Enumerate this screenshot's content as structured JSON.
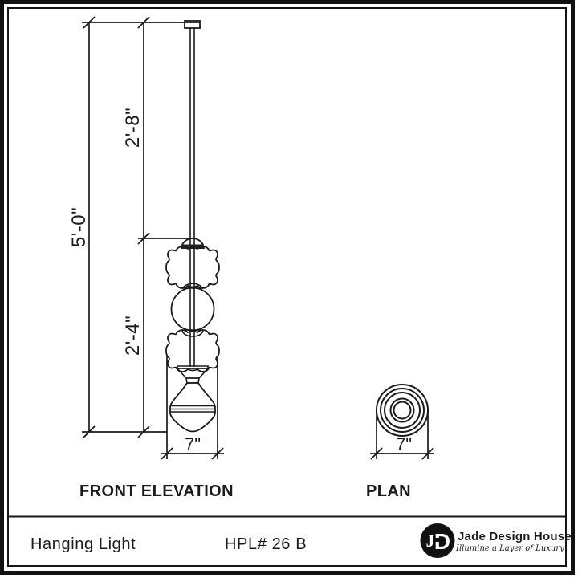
{
  "page": {
    "background": "#ffffff",
    "line_color": "#1b1b1b"
  },
  "front_elevation": {
    "label": "FRONT ELEVATION",
    "dims": {
      "overall_drop": "5'-0\"",
      "rod_length": "2'-8\"",
      "fixture_height": "2'-4\"",
      "fixture_width": "7\""
    }
  },
  "plan": {
    "label": "PLAN",
    "dims": {
      "diameter": "7\""
    }
  },
  "title_block": {
    "product_name": "Hanging Light",
    "product_code": "HPL# 26 B",
    "logo": {
      "monogram_j": "J",
      "monogram_d": "D",
      "brand": "Jade Design House",
      "tagline": "Illumine a Layer of Luxury"
    }
  }
}
